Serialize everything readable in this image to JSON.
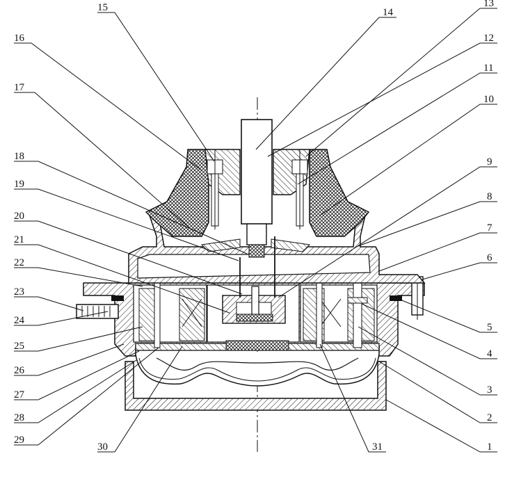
{
  "labels_left": [
    "15",
    "16",
    "17",
    "18",
    "19",
    "20",
    "21",
    "22",
    "23",
    "24",
    "25",
    "26",
    "27",
    "28",
    "29",
    "30"
  ],
  "labels_right": [
    "14",
    "13",
    "12",
    "11",
    "10",
    "9",
    "8",
    "7",
    "6",
    "5",
    "4",
    "3",
    "2",
    "1",
    "31"
  ],
  "colors": {
    "ink": "#111111",
    "paper": "#ffffff"
  }
}
